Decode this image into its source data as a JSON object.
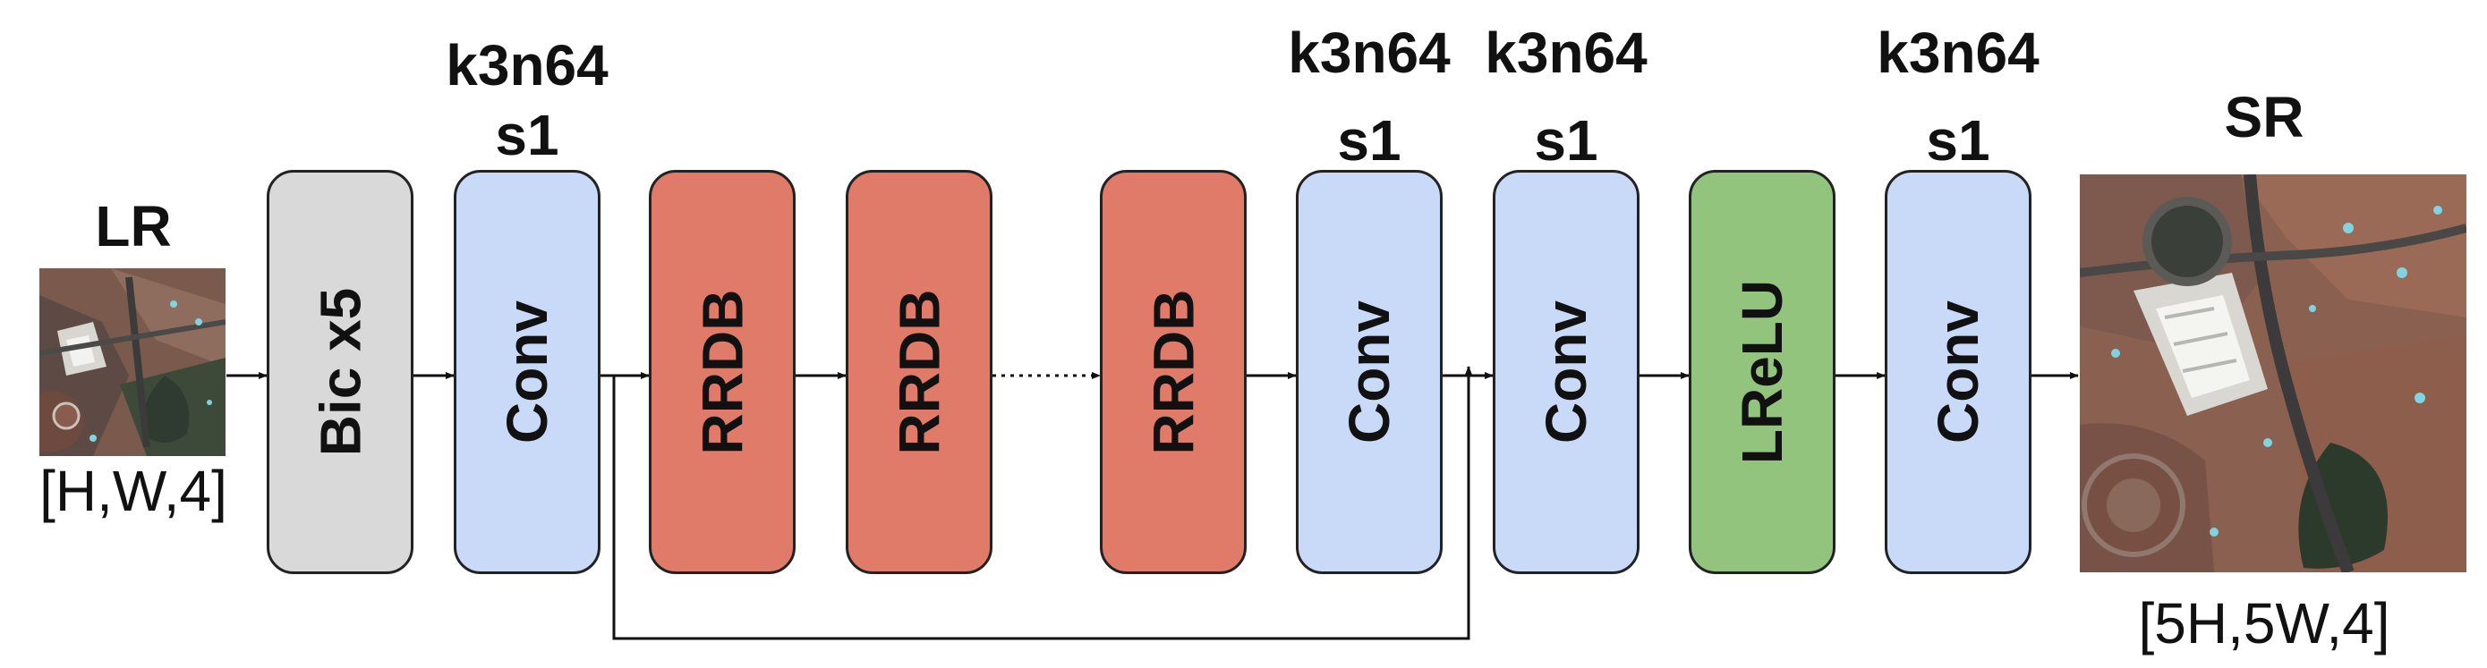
{
  "input": {
    "title": "LR",
    "dims": "[H,W,4]"
  },
  "output": {
    "title": "SR",
    "dims": "[5H,5W,4]"
  },
  "blocks": [
    {
      "id": "bic",
      "label": "Bic x5",
      "color": "#d9d9d9"
    },
    {
      "id": "conv1",
      "label": "Conv",
      "color": "#c9daf8",
      "annotation": [
        "k3n64",
        "s1"
      ]
    },
    {
      "id": "rrdb1",
      "label": "RRDB",
      "color": "#e07b6a"
    },
    {
      "id": "rrdb2",
      "label": "RRDB",
      "color": "#e07b6a"
    },
    {
      "id": "rrdb3",
      "label": "RRDB",
      "color": "#e07b6a"
    },
    {
      "id": "conv2",
      "label": "Conv",
      "color": "#c9daf8",
      "annotation": [
        "k3n64",
        "s1"
      ]
    },
    {
      "id": "conv3",
      "label": "Conv",
      "color": "#c9daf8",
      "annotation": [
        "k3n64",
        "s1"
      ]
    },
    {
      "id": "lrelu",
      "label": "LReLU",
      "color": "#93c47d"
    },
    {
      "id": "conv4",
      "label": "Conv",
      "color": "#c9daf8",
      "annotation": [
        "k3n64",
        "s1"
      ]
    }
  ]
}
